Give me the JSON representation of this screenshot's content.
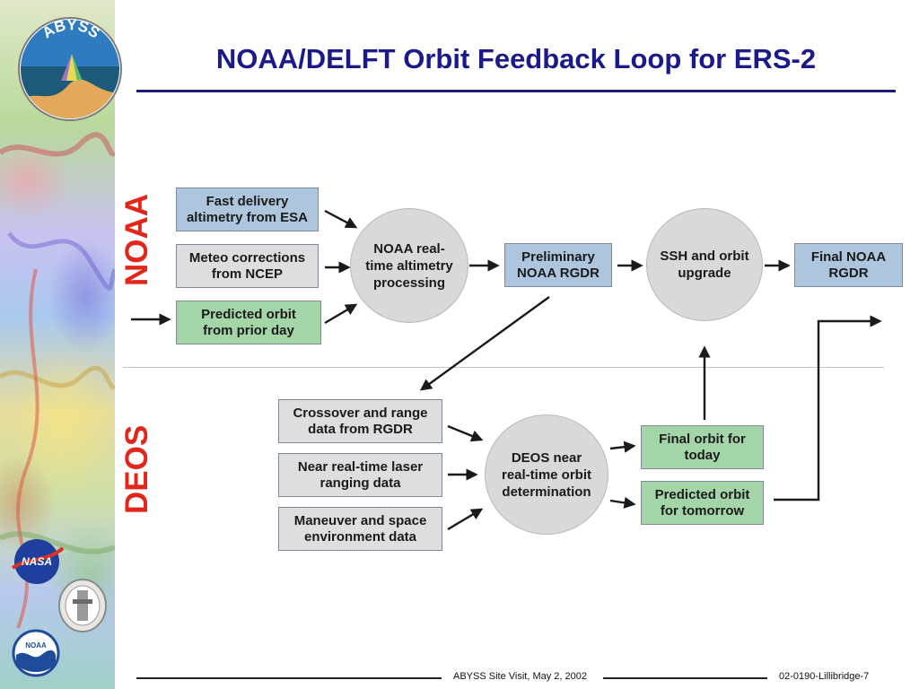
{
  "title": "NOAA/DELFT Orbit Feedback Loop for ERS-2",
  "logos": {
    "abyss_text": "ABYSS",
    "nasa_text": "NASA",
    "noaa_text": "NOAA"
  },
  "sections": {
    "noaa": "NOAA",
    "deos": "DEOS"
  },
  "noaa_inputs": [
    "Fast delivery\naltimetry from ESA",
    "Meteo corrections\nfrom NCEP",
    "Predicted orbit\nfrom prior day"
  ],
  "noaa_process": "NOAA real-\ntime altimetry\nprocessing",
  "preliminary_rgdr": "Preliminary\nNOAA RGDR",
  "ssh_upgrade": "SSH and orbit\nupgrade",
  "final_rgdr": "Final NOAA\nRGDR",
  "deos_inputs": [
    "Crossover and range\ndata from RGDR",
    "Near real-time laser\nranging data",
    "Maneuver and space\nenvironment data"
  ],
  "deos_process": "DEOS near\nreal-time orbit\ndetermination",
  "deos_outputs": [
    "Final orbit for\ntoday",
    "Predicted orbit\nfor tomorrow"
  ],
  "footer": {
    "center": "ABYSS Site Visit, May 2, 2002",
    "right": "02-0190-Lillibridge-7"
  },
  "colors": {
    "title": "#1a1a8a",
    "section_label": "#e2261c",
    "box_blue": "#aec6dd",
    "box_gray": "#dedede",
    "box_green": "#a4d5a9",
    "circle": "#d9d9d9"
  }
}
